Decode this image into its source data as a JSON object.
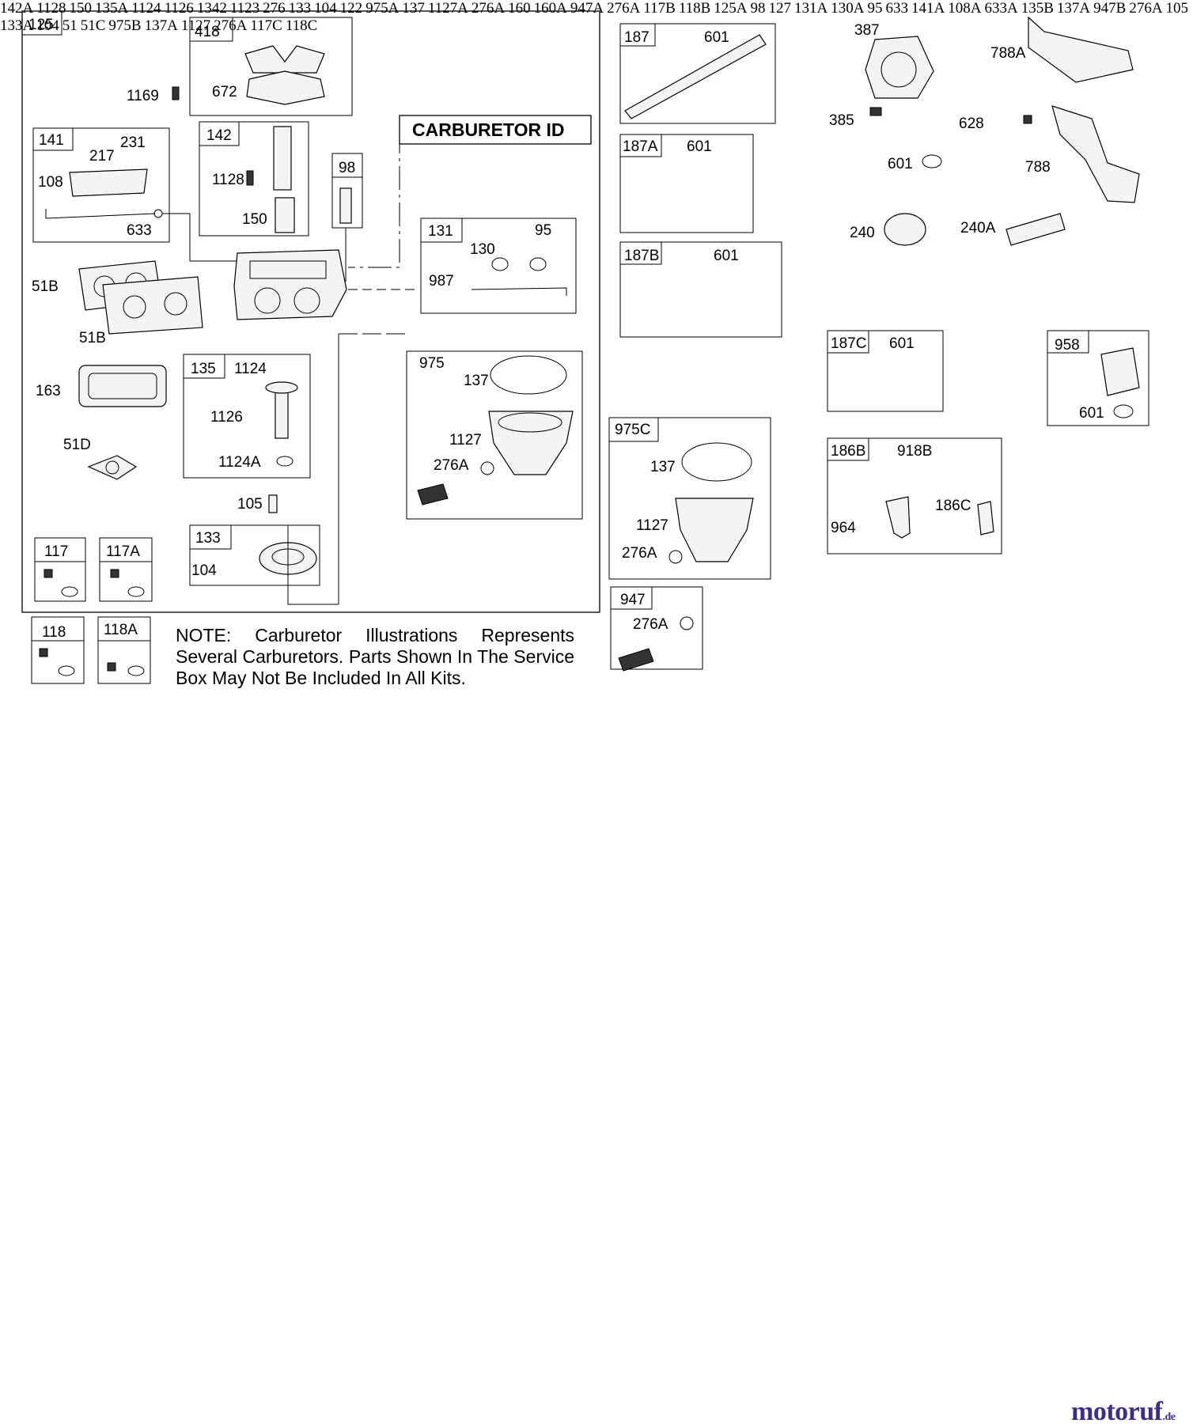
{
  "title_box": {
    "label": "CARBURETOR ID"
  },
  "note": "NOTE: Carburetor Illustrations Represents Several Carburetors. Parts Shown In The Service Box May Not Be Included In All Kits.",
  "watermark": {
    "name": "motoruf",
    "tld": ".de"
  },
  "callouts": {
    "c125": "125",
    "c418": "418",
    "c672": "672",
    "c1169": "1169",
    "c141": "141",
    "c231": "231",
    "c217": "217",
    "c108": "108",
    "c633": "633",
    "c142": "142",
    "c1128": "1128",
    "c150": "150",
    "c98": "98",
    "c51B_1": "51B",
    "c51B_2": "51B",
    "c131": "131",
    "c95": "95",
    "c130": "130",
    "c987": "987",
    "c163": "163",
    "c135": "135",
    "c1124": "1124",
    "c1126": "1126",
    "c1124A": "1124A",
    "c51D": "51D",
    "c975": "975",
    "c137": "137",
    "c1127": "1127",
    "c276A": "276A",
    "c105": "105",
    "c133": "133",
    "c104": "104",
    "c117": "117",
    "c117A": "117A",
    "c118": "118",
    "c118A": "118A",
    "c187": "187",
    "c187_601": "601",
    "c187A": "187A",
    "c187A_601": "601",
    "c187B": "187B",
    "c187B_601": "601",
    "c187C": "187C",
    "c187C_601": "601",
    "c975C": "975C",
    "c975C_137": "137",
    "c975C_1127": "1127",
    "c975C_276A": "276A",
    "c947": "947",
    "c947_276A": "276A",
    "c387": "387",
    "c788A": "788A",
    "c385": "385",
    "c628": "628",
    "c601_a": "601",
    "c788": "788",
    "c240": "240",
    "c240A": "240A",
    "c958": "958",
    "c958_601": "601",
    "c186B": "186B",
    "c918B": "918B",
    "c186C": "186C",
    "c964": "964",
    "c142A": "142A",
    "c142A_1128": "1128",
    "c142A_150": "150",
    "c135A": "135A",
    "c135A_1124": "1124",
    "c135A_1126": "1126",
    "c975A": "975A",
    "c975A_137": "137",
    "c1127A": "1127A",
    "c975A_276A": "276A",
    "c1342": "1342",
    "c1123": "1123",
    "c276": "276",
    "c160": "160",
    "c160A": "160A",
    "c947A": "947A",
    "c947A_276A": "276A",
    "c117B": "117B",
    "c118B": "118B",
    "c133b": "133",
    "c104b": "104",
    "c122": "122",
    "c125A": "125A",
    "c98b": "98",
    "c127": "127",
    "c131A": "131A",
    "c130A": "130A",
    "c95b": "95",
    "c633b": "633",
    "c141A": "141A",
    "c108A": "108A",
    "c633A": "633A",
    "c135B": "135B",
    "c137A_1": "137A",
    "c947B": "947B",
    "c947B_276A": "276A",
    "c105b": "105",
    "c133A": "133A",
    "c104c": "104",
    "c51": "51",
    "c51C": "51C",
    "c975B": "975B",
    "c137A_2": "137A",
    "c975B_1127": "1127",
    "c975B_276A": "276A",
    "c118C": "118C",
    "c117C": "117C"
  }
}
